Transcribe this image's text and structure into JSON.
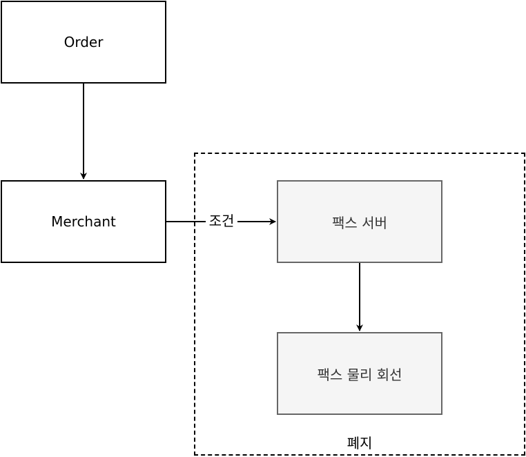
{
  "nodes": {
    "order": "Order",
    "merchant": "Merchant",
    "fax_server": "팩스 서버",
    "fax_line": "팩스 물리 회선"
  },
  "group": {
    "label": "폐지"
  },
  "edges": {
    "merchant_to_fax_server": "조건"
  },
  "colors": {
    "stroke": "#000000",
    "grey_fill": "#f5f5f5",
    "grey_stroke": "#666666"
  }
}
